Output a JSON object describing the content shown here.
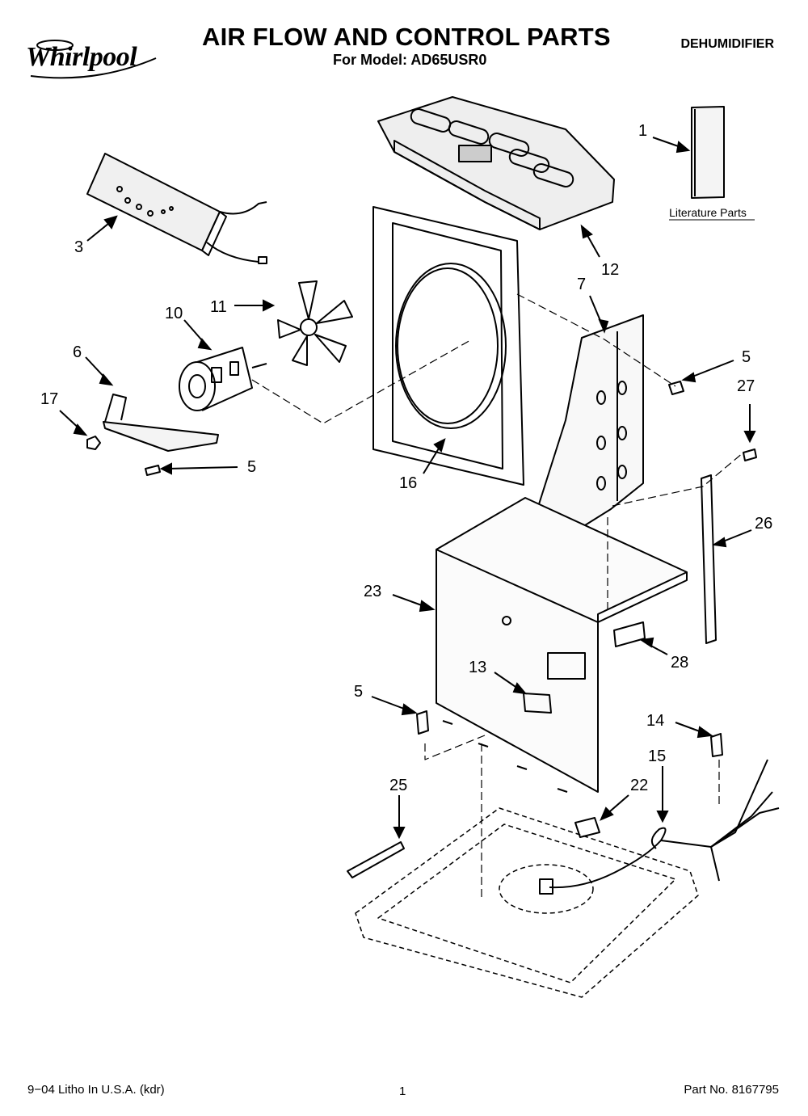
{
  "header": {
    "brand": "Whirlpool",
    "title": "AIR FLOW AND CONTROL PARTS",
    "model": "For Model: AD65USR0",
    "product_type": "DEHUMIDIFIER"
  },
  "diagram": {
    "literature_label": "Literature Parts",
    "callouts": {
      "c1": "1",
      "c3": "3",
      "c5a": "5",
      "c5b": "5",
      "c5c": "5",
      "c6": "6",
      "c7": "7",
      "c10": "10",
      "c11": "11",
      "c12": "12",
      "c13": "13",
      "c14": "14",
      "c15": "15",
      "c16": "16",
      "c17": "17",
      "c22": "22",
      "c23": "23",
      "c25": "25",
      "c26": "26",
      "c27": "27",
      "c28": "28"
    }
  },
  "footer": {
    "left": "9−04 Litho In U.S.A. (kdr)",
    "page": "1",
    "part_no": "Part No. 8167795"
  }
}
